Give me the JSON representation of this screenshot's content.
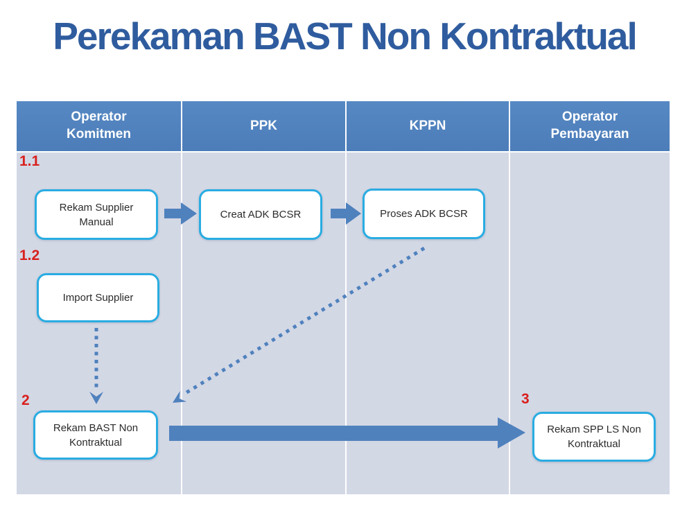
{
  "title": "Perekaman BAST Non Kontraktual",
  "lanes": [
    {
      "label": "Operator\nKomitmen"
    },
    {
      "label": "PPK"
    },
    {
      "label": "KPPN"
    },
    {
      "label": "Operator\nPembayaran"
    }
  ],
  "steps": {
    "s1_1": "1.1",
    "s1_2": "1.2",
    "s2": "2",
    "s3": "3"
  },
  "boxes": [
    {
      "id": "rekam-supplier-manual",
      "lane": "Operator Komitmen",
      "label": "Rekam Supplier\nManual"
    },
    {
      "id": "creat-adk-bcsr",
      "lane": "PPK",
      "label": "Creat ADK BCSR"
    },
    {
      "id": "proses-adk-bcsr",
      "lane": "KPPN",
      "label": "Proses ADK BCSR"
    },
    {
      "id": "import-supplier",
      "lane": "Operator Komitmen",
      "label": "Import Supplier"
    },
    {
      "id": "rekam-bast-non-kontraktual",
      "lane": "Operator Komitmen",
      "label": "Rekam BAST Non\nKontraktual"
    },
    {
      "id": "rekam-spp-ls-non-kontraktual",
      "lane": "Operator Pembayaran",
      "label": "Rekam SPP LS Non\nKontraktual"
    }
  ],
  "connections": [
    {
      "from": "rekam-supplier-manual",
      "to": "creat-adk-bcsr",
      "style": "solid-block-arrow"
    },
    {
      "from": "creat-adk-bcsr",
      "to": "proses-adk-bcsr",
      "style": "solid-block-arrow"
    },
    {
      "from": "import-supplier",
      "to": "rekam-bast-non-kontraktual",
      "style": "dotted-arrow"
    },
    {
      "from": "proses-adk-bcsr",
      "to": "rekam-bast-non-kontraktual",
      "style": "dotted-arrow"
    },
    {
      "from": "rekam-bast-non-kontraktual",
      "to": "rekam-spp-ls-non-kontraktual",
      "style": "solid-block-arrow"
    }
  ],
  "colors": {
    "title": "#2F5C9E",
    "lane_header_bg": "#4F81BD",
    "lane_header_text": "#FFFFFF",
    "lane_body_bg": "#D3D8E5",
    "node_border": "#29ACE2",
    "node_bg": "#FFFFFF",
    "arrow": "#4F81BD",
    "step_label": "#D9201D"
  }
}
